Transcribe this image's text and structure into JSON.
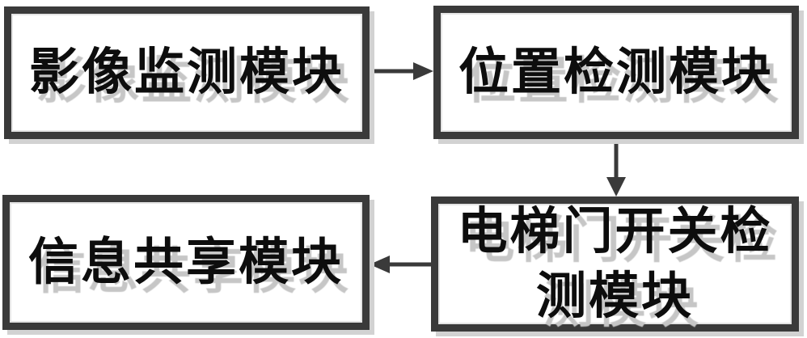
{
  "diagram": {
    "title": "elevator-door-monitoring-module-block-diagram",
    "colors": {
      "background": "#ffffff",
      "line": "#3a3a3a",
      "text": "#0d0d0d",
      "text_shadow": "#c6c6c6"
    },
    "modules": [
      {
        "id": "image-monitoring",
        "label": "影像监测模块"
      },
      {
        "id": "position-detection",
        "label": "位置检测模块"
      },
      {
        "id": "elevator-door-switch-detection",
        "label": "电梯门开关检测模块",
        "lines": [
          "电梯门开关检",
          "测模块"
        ]
      },
      {
        "id": "information-sharing",
        "label": "信息共享模块"
      }
    ],
    "connections": [
      {
        "from": "image-monitoring",
        "to": "position-detection",
        "direction": "right"
      },
      {
        "from": "position-detection",
        "to": "elevator-door-switch-detection",
        "direction": "down"
      },
      {
        "from": "elevator-door-switch-detection",
        "to": "information-sharing",
        "direction": "left"
      }
    ]
  }
}
